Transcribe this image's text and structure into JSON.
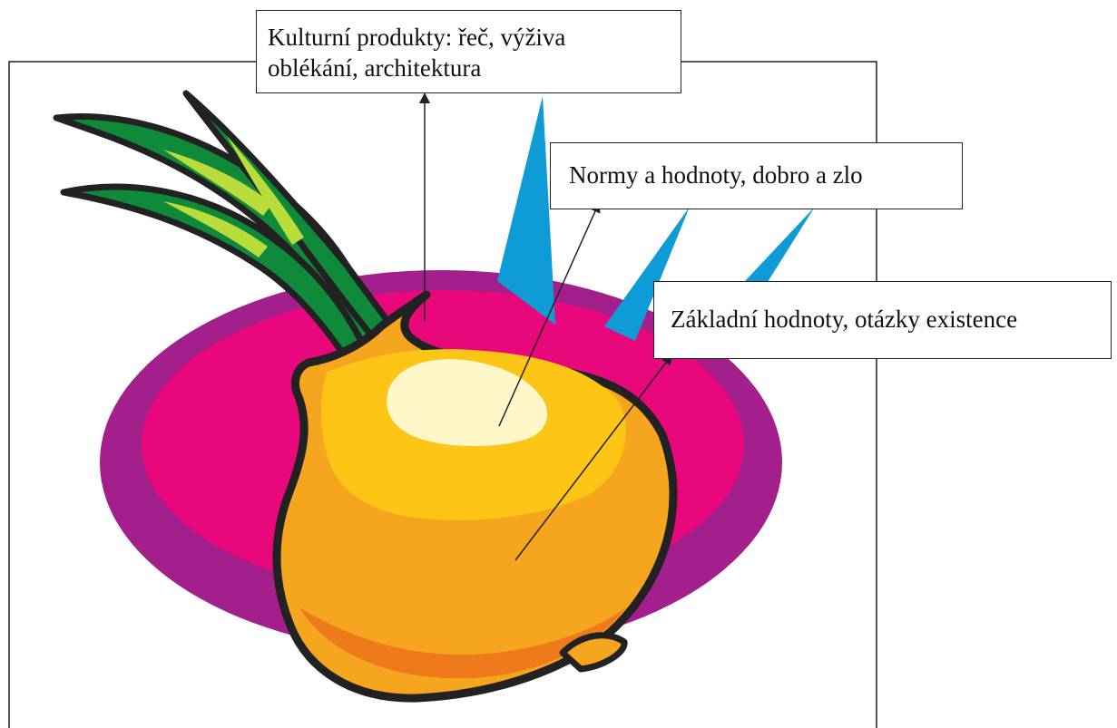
{
  "colors": {
    "ellipse_outer": "#a31f8c",
    "ellipse_inner": "#e8087c",
    "leaf_dark": "#0e8a3a",
    "leaf_light": "#b9dc3a",
    "onion_outer": "#f6a51f",
    "onion_mid": "#fdc516",
    "onion_core": "#fff7c8",
    "onion_shadow": "#ee7a1b",
    "rays": "#0e9bd6",
    "outline": "#222222"
  },
  "callouts": {
    "culture": {
      "line1": "Kulturní produkty: řeč, výživa",
      "line2": "oblékání, architektura"
    },
    "norms": {
      "text": "Normy a hodnoty, dobro a zlo"
    },
    "basic": {
      "text": "Základní hodnoty, otázky existence"
    }
  }
}
